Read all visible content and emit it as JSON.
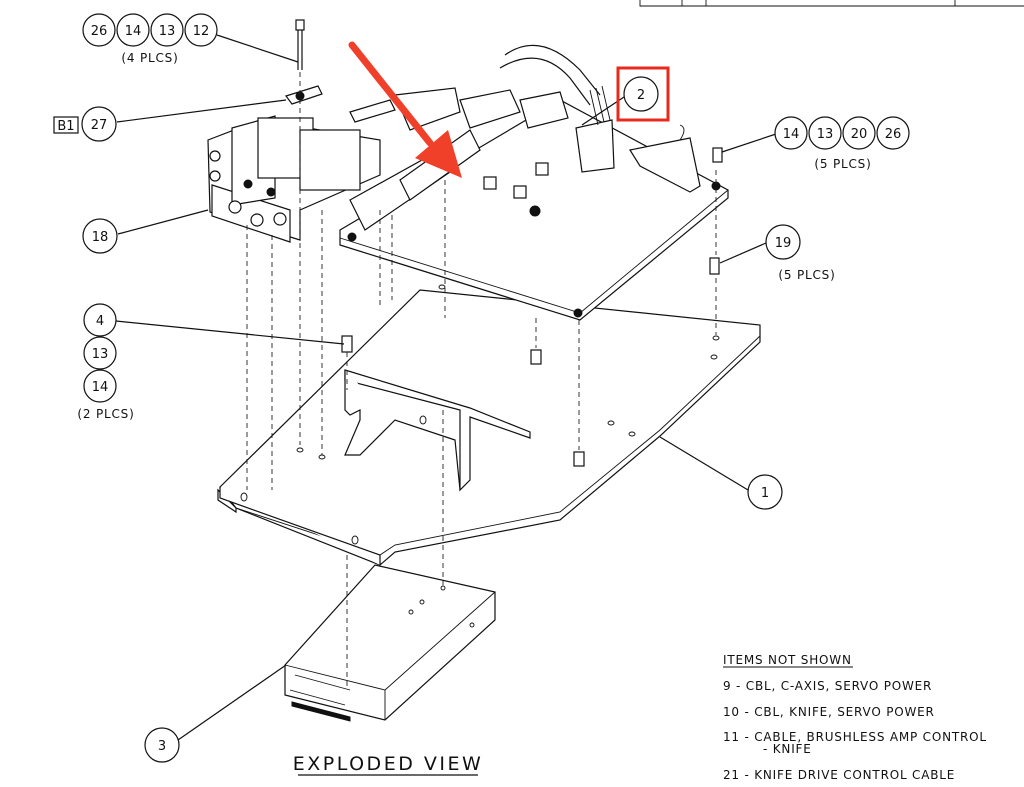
{
  "balloons": [
    {
      "id": "b26a",
      "label": "26"
    },
    {
      "id": "b14a",
      "label": "14"
    },
    {
      "id": "b13a",
      "label": "13"
    },
    {
      "id": "b12",
      "label": "12"
    },
    {
      "id": "b27",
      "label": "27"
    },
    {
      "id": "b18",
      "label": "18"
    },
    {
      "id": "b4",
      "label": "4"
    },
    {
      "id": "b13b",
      "label": "13"
    },
    {
      "id": "b14b",
      "label": "14"
    },
    {
      "id": "b2",
      "label": "2"
    },
    {
      "id": "b14c",
      "label": "14"
    },
    {
      "id": "b13c",
      "label": "13"
    },
    {
      "id": "b20",
      "label": "20"
    },
    {
      "id": "b26b",
      "label": "26"
    },
    {
      "id": "b19",
      "label": "19"
    },
    {
      "id": "b1",
      "label": "1"
    },
    {
      "id": "b3",
      "label": "3"
    }
  ],
  "qty_notes": {
    "top_left": "(4 PLCS)",
    "right_top": "(5 PLCS)",
    "standoffs": "(5 PLCS)",
    "left_mid": "(2 PLCS)"
  },
  "flag": "B1",
  "view_title": "EXPLODED VIEW",
  "items_not_shown": {
    "heading": "ITEMS NOT SHOWN",
    "items": [
      {
        "line1": "9 - CBL, C-AXIS, SERVO POWER",
        "line2": ""
      },
      {
        "line1": "10 - CBL, KNIFE, SERVO POWER",
        "line2": ""
      },
      {
        "line1": "11 - CABLE, BRUSHLESS AMP CONTROL",
        "line2": "- KNIFE"
      },
      {
        "line1": "21 - KNIFE DRIVE CONTROL CABLE",
        "line2": ""
      }
    ]
  },
  "highlight": {
    "target": "2",
    "color": "#e8291c"
  },
  "arrow_color": "#f0402a"
}
